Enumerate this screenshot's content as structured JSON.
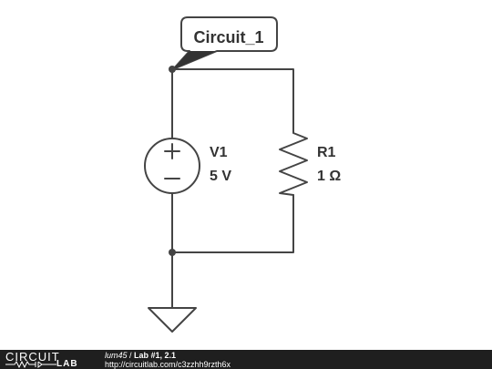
{
  "schematic": {
    "net_label": "Circuit_1",
    "source": {
      "name": "V1",
      "value": "5 V"
    },
    "resistor": {
      "name": "R1",
      "value": "1 Ω"
    }
  },
  "footer": {
    "logo_top": "CIRCUIT",
    "logo_bottom": "LAB",
    "user": "lum45",
    "separator": " / ",
    "title": "Lab #1, 2.1",
    "url": "http://circuitlab.com/c3zzhh9rzth6x"
  },
  "colors": {
    "wire": "#444444",
    "footer_bg": "#1f1f1f",
    "text": "#333333"
  }
}
